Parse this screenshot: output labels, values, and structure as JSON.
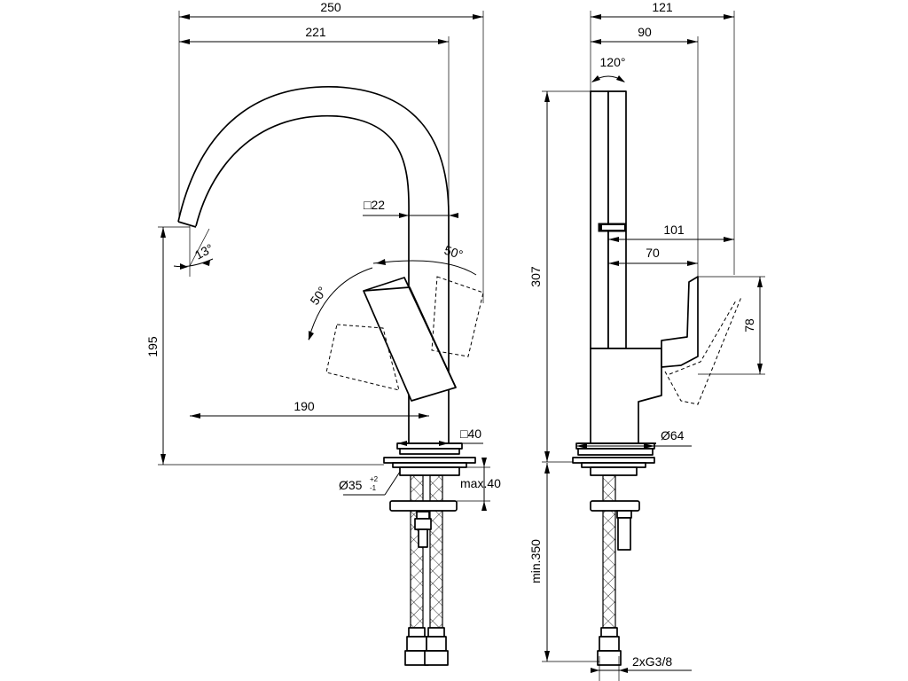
{
  "front_view": {
    "dim_overall_width": "250",
    "dim_spout_reach": "221",
    "dim_spout_square": "□22",
    "dim_spout_angle": "13°",
    "dim_lever_right_angle": "50°",
    "dim_lever_left_angle": "50°",
    "dim_height": "195",
    "dim_outlet_reach": "190",
    "dim_body_square": "□40",
    "dim_hole_diameter": "Ø35",
    "dim_hole_tol_upper": "+2",
    "dim_hole_tol_lower": "-1",
    "dim_max_deck": "max.40"
  },
  "side_view": {
    "dim_overall_depth": "121",
    "dim_upper_depth": "90",
    "dim_swivel_angle": "120°",
    "dim_lever_reach": "101",
    "dim_lever_depth": "70",
    "dim_lever_height": "78",
    "dim_total_height": "307",
    "dim_base_diameter": "Ø64",
    "dim_hose_length": "min.350",
    "dim_connection": "2xG3/8"
  }
}
